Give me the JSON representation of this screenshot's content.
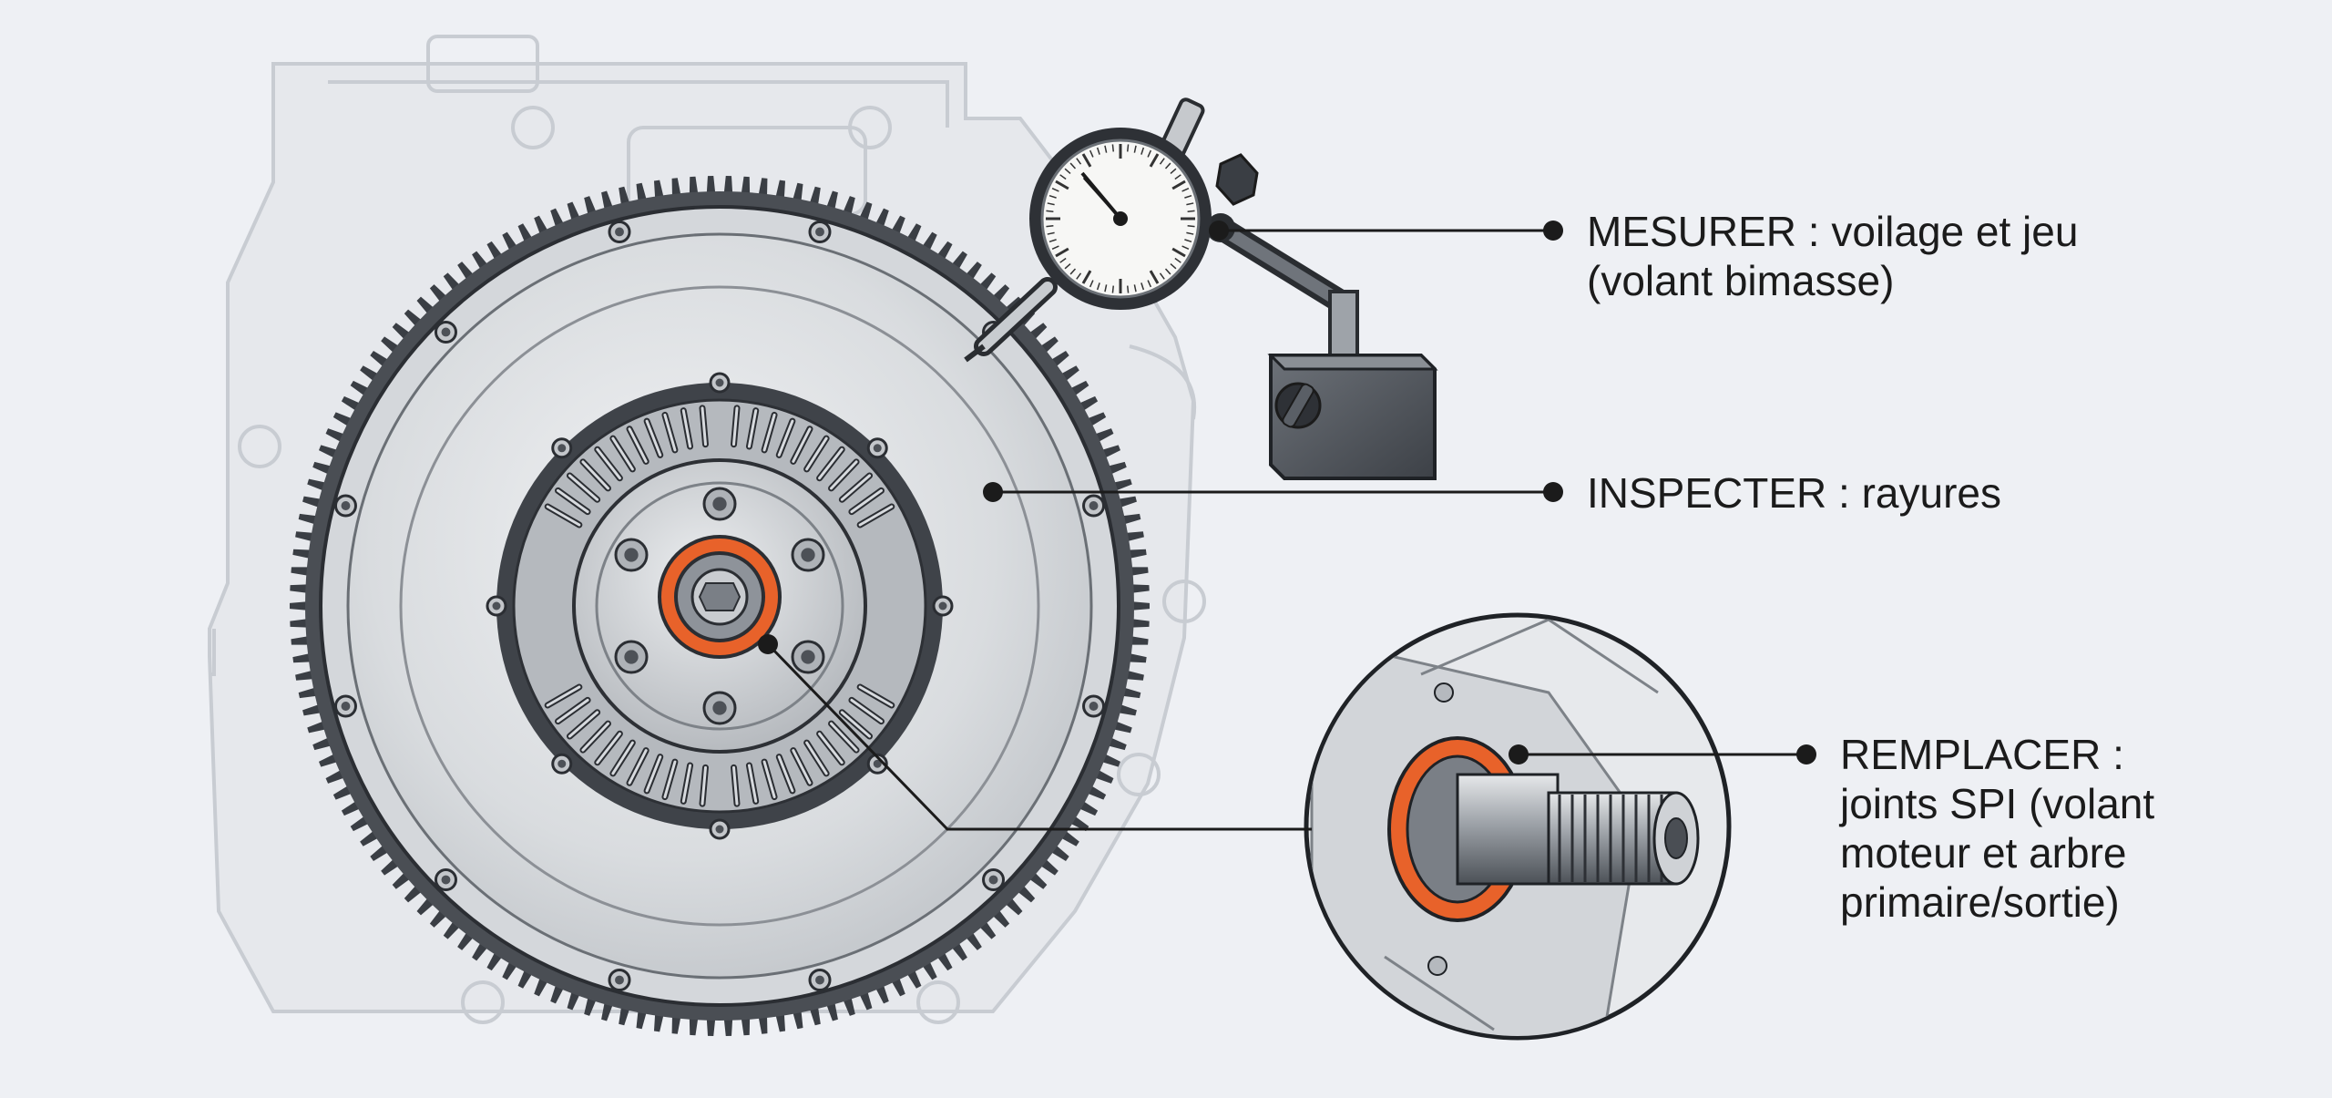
{
  "callouts": [
    {
      "id": "mesurer",
      "lines": [
        "MESURER : voilage et jeu",
        "(volant bimasse)"
      ]
    },
    {
      "id": "inspecter",
      "lines": [
        "INSPECTER : rayures"
      ]
    },
    {
      "id": "remplacer",
      "lines": [
        "REMPLACER :",
        "joints SPI (volant",
        "moteur et arbre",
        "primaire/sortie)"
      ]
    }
  ],
  "colors": {
    "background": "#eef0f4",
    "seal": "#e8622a",
    "steel_light": "#e4e6e9",
    "steel_dark": "#5a5f66",
    "outline": "#1f2226",
    "housing": "#d8dbe0"
  },
  "icons": [
    "dial-indicator-icon",
    "magnetic-base-icon",
    "flywheel-icon",
    "seal-detail-icon"
  ]
}
